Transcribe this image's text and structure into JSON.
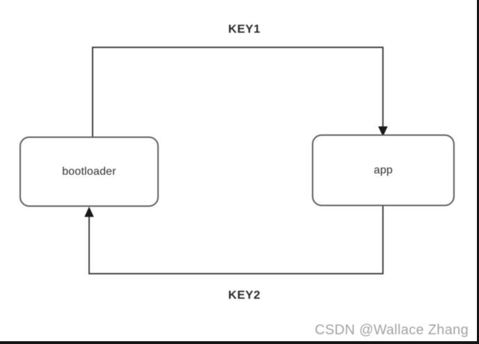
{
  "diagram": {
    "nodes": [
      {
        "id": "bootloader",
        "label": "bootloader"
      },
      {
        "id": "app",
        "label": "app"
      }
    ],
    "edges": [
      {
        "id": "key1",
        "label": "KEY1",
        "from": "bootloader",
        "to": "app",
        "route": "top"
      },
      {
        "id": "key2",
        "label": "KEY2",
        "from": "app",
        "to": "bootloader",
        "route": "bottom"
      }
    ]
  },
  "watermark": {
    "text": "CSDN @Wallace Zhang"
  },
  "colors": {
    "background": "#ffffff",
    "line": "#3f3f3f",
    "arrowhead": "#1a1a1a",
    "node_border": "#5c5c5c",
    "node_fill": "#ffffff",
    "label_text": "#2b2b2b",
    "watermark_text": "#a2a2a2",
    "frame": "#151515"
  }
}
